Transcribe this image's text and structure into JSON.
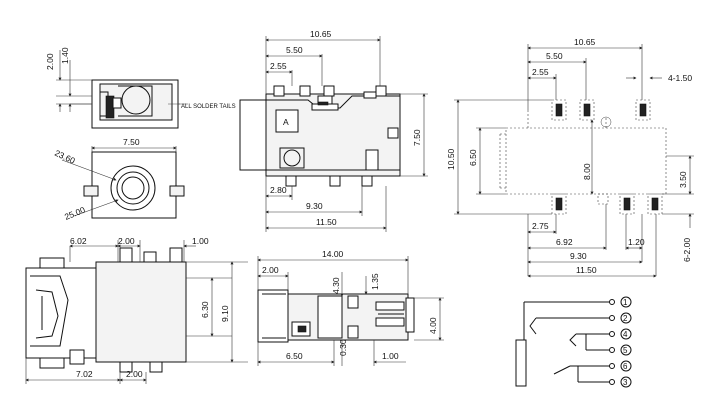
{
  "side_view": {
    "dim_2_00": "2.00",
    "dim_1_40": "1.40",
    "all_solder_tails": "ALL SOLDER TAILS"
  },
  "front_view": {
    "dim_7_50": "7.50",
    "dim_23_60": "23.60",
    "dim_25_00": "25.00"
  },
  "bottom_left_view": {
    "dim_6_02": "6.02",
    "dim_2_00_top": "2.00",
    "dim_1_00": "1.00",
    "dim_6_30": "6.30",
    "dim_9_10": "9.10",
    "dim_7_02": "7.02",
    "dim_2_00_bottom": "2.00"
  },
  "top_view": {
    "dim_10_65": "10.65",
    "dim_5_50": "5.50",
    "dim_2_55": "2.55",
    "dim_7_50": "7.50",
    "dim_2_80": "2.80",
    "dim_9_30": "9.30",
    "dim_11_50": "11.50",
    "marking": "A"
  },
  "bottom_mid_view": {
    "dim_14_00": "14.00",
    "dim_2_00": "2.00",
    "dim_4_30": "4.30",
    "dim_1_35": "1.35",
    "dim_4_00": "4.00",
    "dim_6_50": "6.50",
    "dim_0_30": "0.30",
    "dim_1_00": "1.00"
  },
  "pcb_layout": {
    "dim_10_65": "10.65",
    "dim_5_50": "5.50",
    "dim_2_55": "2.55",
    "dim_4_1_50": "4-1.50",
    "dim_10_50": "10.50",
    "dim_6_50": "6.50",
    "dim_8_00": "8.00",
    "dim_3_50": "3.50",
    "dim_2_75": "2.75",
    "dim_6_92": "6.92",
    "dim_1_20": "1.20",
    "dim_6_2_00": "6-2.00",
    "dim_9_30": "9.30",
    "dim_11_50": "11.50"
  },
  "schematic": {
    "pins": [
      "1",
      "2",
      "4",
      "5",
      "6",
      "3"
    ]
  }
}
